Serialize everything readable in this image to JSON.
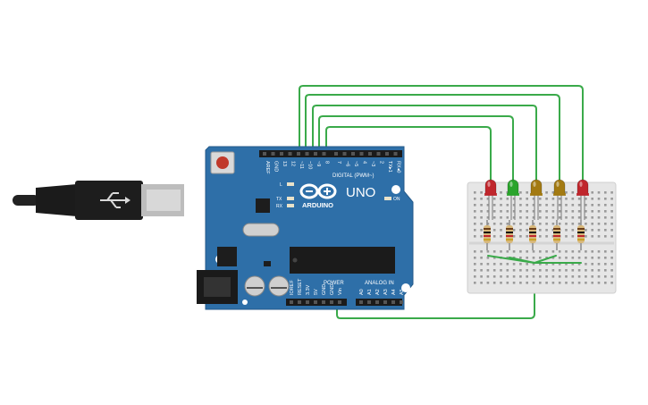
{
  "board": {
    "model": "UNO",
    "brand": "ARDUINO",
    "digital_header": "DIGITAL (PWM~)",
    "power_header": "POWER",
    "analog_header": "ANALOG IN",
    "on_label": "ON",
    "led_l": "L",
    "led_tx": "TX",
    "led_rx": "RX",
    "digital_pins": [
      "AREF",
      "GND",
      "13",
      "12",
      "~11",
      "~10",
      "~9",
      "8",
      "7",
      "~6",
      "~5",
      "4",
      "~3",
      "2",
      "TX▸1",
      "RX◂0"
    ],
    "power_pins": [
      "IOREF",
      "RESET",
      "3.3V",
      "5V",
      "GND",
      "GND",
      "Vin"
    ],
    "analog_pins": [
      "A0",
      "A1",
      "A2",
      "A3",
      "A4",
      "A5"
    ]
  },
  "leds": [
    {
      "color": "#c0272d"
    },
    {
      "color": "#2aa42c"
    },
    {
      "color": "#a37a12"
    },
    {
      "color": "#a37a12"
    },
    {
      "color": "#c0272d"
    }
  ],
  "colors": {
    "board": "#2e6fa8",
    "wire": "#3aaa4a",
    "breadboard": "#e6e6e6"
  }
}
